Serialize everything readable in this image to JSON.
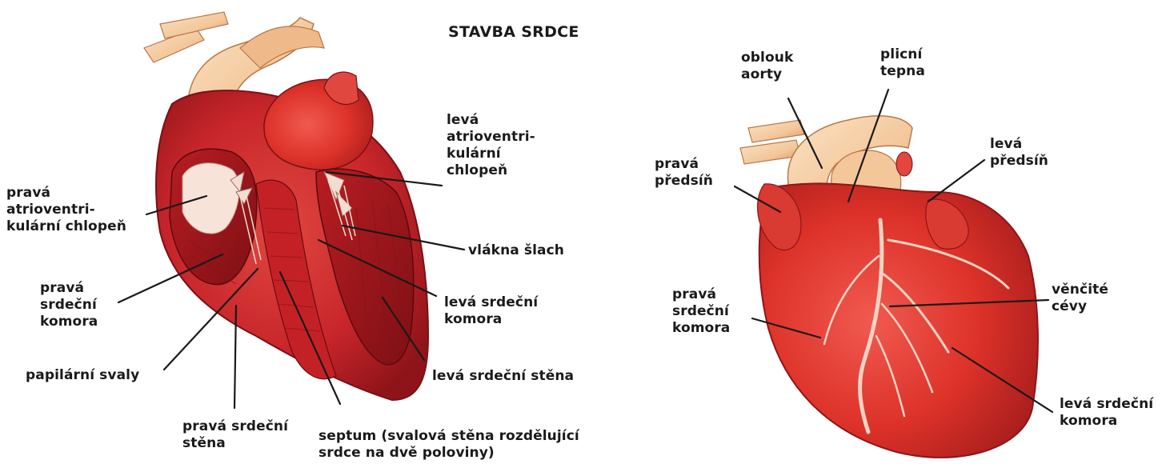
{
  "title": "STAVBA SRDCE",
  "colors": {
    "muscle": "#c8262b",
    "muscle_dark": "#8f1419",
    "muscle_light": "#e0473f",
    "vessel": "#f3c79a",
    "vessel_shade": "#d9955f",
    "leader_line": "#1a1a1a"
  },
  "left_heart": {
    "labels": {
      "prava_chlopen": "pravá\natrioventri-\nkulární chlopeň",
      "prava_komora": "pravá\nsrdeční\nkomora",
      "papilarni_svaly": "papilární svaly",
      "prava_stena": "pravá srdeční\nstěna",
      "septum": "septum (svalová stěna rozdělující\nsrdce na dvě poloviny)",
      "leva_stena": "levá srdeční stěna",
      "leva_komora": "levá srdeční\nkomora",
      "vlakna_slach": "vlákna šlach",
      "leva_chlopen": "levá\natrioventri-\nkulární\nchlopeň"
    }
  },
  "right_heart": {
    "labels": {
      "oblouk_aorty": "oblouk\naorty",
      "plicni_tepna": "plicní\ntepna",
      "prava_predsin": "pravá\npředsíň",
      "leva_predsin": "levá\npředsíň",
      "prava_komora": "pravá\nsrdeční\nkomora",
      "vencite_cevy": "věnčité\ncévy",
      "leva_komora": "levá srdeční\nkomora"
    }
  }
}
